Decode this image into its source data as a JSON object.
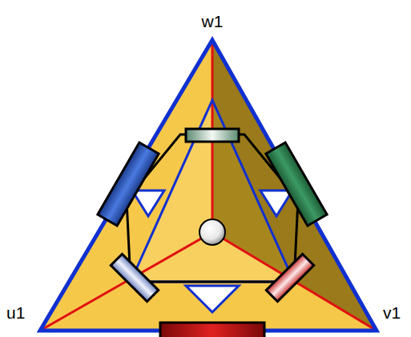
{
  "diagram": {
    "labels": [
      "w1",
      "u1",
      "v1"
    ]
  }
}
